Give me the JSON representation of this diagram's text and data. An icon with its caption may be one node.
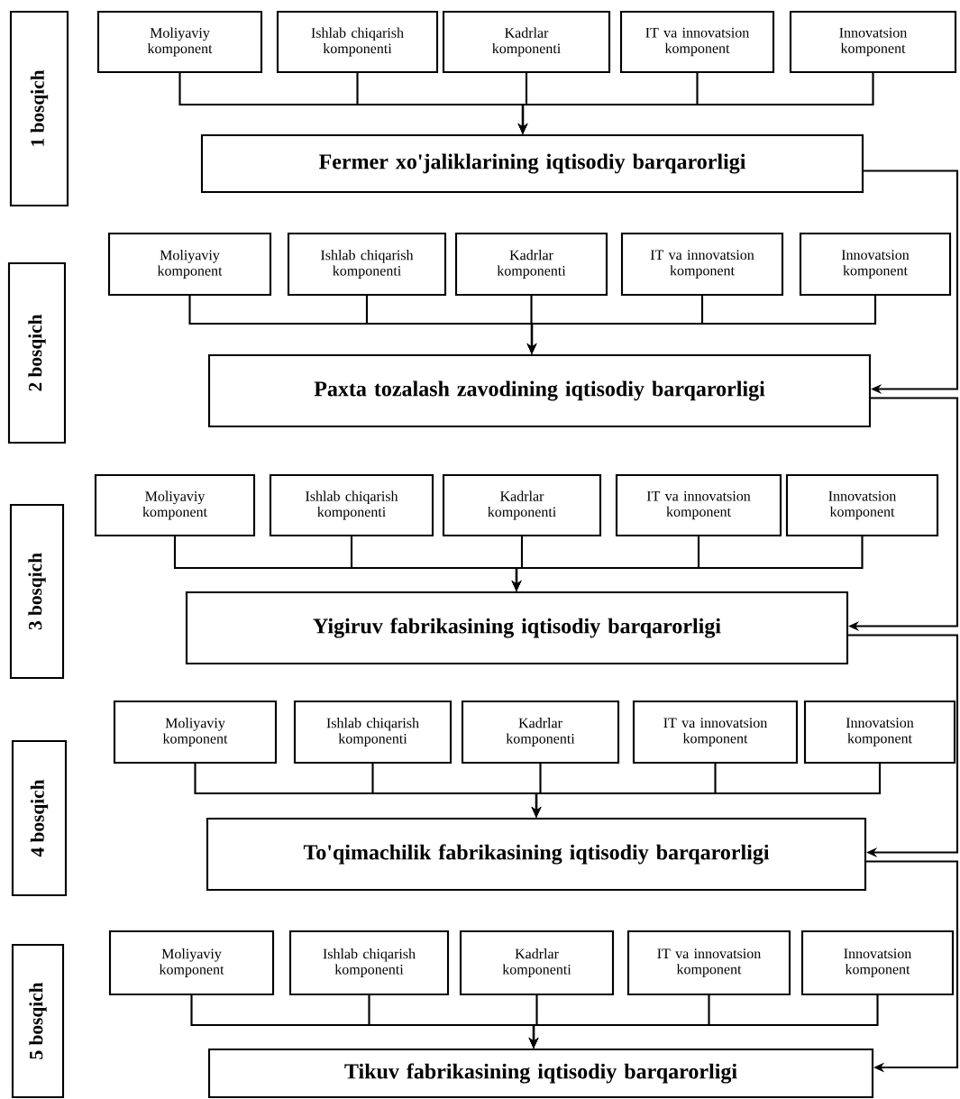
{
  "diagram": {
    "nodes": [
      {
        "text": [
          "1 bosqich"
        ]
      },
      {
        "text": [
          "Moliyaviy komponent"
        ]
      },
      {
        "text": [
          "Ishlab chiqarish komponenti"
        ]
      },
      {
        "text": [
          "Kadrlar komponenti"
        ]
      },
      {
        "text": [
          "IT va innovatsion komponent"
        ]
      },
      {
        "text": [
          "Innovatsion komponent"
        ]
      },
      {
        "text": [
          "Fermer xo'jaliklarining iqtisodiy barqarorligi"
        ]
      },
      {
        "text": [
          "2 bosqich"
        ]
      },
      {
        "text": [
          "Moliyaviy komponent"
        ]
      },
      {
        "text": [
          "Ishlab chiqarish komponenti"
        ]
      },
      {
        "text": [
          "Kadrlar komponenti"
        ]
      },
      {
        "text": [
          "IT va innovatsion komponent"
        ]
      },
      {
        "text": [
          "Innovatsion komponent"
        ]
      },
      {
        "text": [
          "Paxta tozalash zavodining iqtisodiy barqarorligi"
        ]
      },
      {
        "text": [
          "3 bosqich"
        ]
      },
      {
        "text": [
          "Moliyaviy komponent"
        ]
      },
      {
        "text": [
          "Ishlab chiqarish komponenti"
        ]
      },
      {
        "text": [
          "Kadrlar komponenti"
        ]
      },
      {
        "text": [
          "IT va innovatsion komponent"
        ]
      },
      {
        "text": [
          "Innovatsion komponent"
        ]
      },
      {
        "text": [
          "Yigiruv fabrikasining iqtisodiy barqarorligi"
        ]
      },
      {
        "text": [
          "4 bosqich"
        ]
      },
      {
        "text": [
          "Moliyaviy komponent"
        ]
      },
      {
        "text": [
          "Ishlab chiqarish komponenti"
        ]
      },
      {
        "text": [
          "Kadrlar komponenti"
        ]
      },
      {
        "text": [
          "IT va innovatsion komponent"
        ]
      },
      {
        "text": [
          "Innovatsion komponent"
        ]
      },
      {
        "text": [
          "To'qimachilik fabrikasining iqtisodiy barqarorligi"
        ]
      },
      {
        "text": [
          "5 bosqich"
        ]
      },
      {
        "text": [
          "Moliyaviy komponent"
        ]
      },
      {
        "text": [
          "Ishlab chiqarish komponenti"
        ]
      },
      {
        "text": [
          "Kadrlar komponenti"
        ]
      },
      {
        "text": [
          "IT va innovatsion komponent"
        ]
      },
      {
        "text": [
          "Innovatsion komponent"
        ]
      },
      {
        "text": [
          "Tikuv fabrikasining iqtisodiy barqarorligi"
        ]
      }
    ],
    "edges": [
      {
        "from": 1,
        "to": 6,
        "arrow": "to"
      },
      {
        "from": 2,
        "to": 6,
        "arrow": "to"
      },
      {
        "from": 3,
        "to": 6,
        "arrow": "to"
      },
      {
        "from": 4,
        "to": 6,
        "arrow": "to"
      },
      {
        "from": 5,
        "to": 6,
        "arrow": "to"
      },
      {
        "from": 8,
        "to": 13,
        "arrow": "to"
      },
      {
        "from": 9,
        "to": 13,
        "arrow": "to"
      },
      {
        "from": 10,
        "to": 13,
        "arrow": "to"
      },
      {
        "from": 11,
        "to": 13,
        "arrow": "to"
      },
      {
        "from": 12,
        "to": 13,
        "arrow": "to"
      },
      {
        "from": 15,
        "to": 20,
        "arrow": "to"
      },
      {
        "from": 16,
        "to": 20,
        "arrow": "to"
      },
      {
        "from": 17,
        "to": 20,
        "arrow": "to"
      },
      {
        "from": 18,
        "to": 20,
        "arrow": "to"
      },
      {
        "from": 19,
        "to": 20,
        "arrow": "to"
      },
      {
        "from": 22,
        "to": 27,
        "arrow": "to"
      },
      {
        "from": 23,
        "to": 27,
        "arrow": "to"
      },
      {
        "from": 24,
        "to": 27,
        "arrow": "to"
      },
      {
        "from": 25,
        "to": 27,
        "arrow": "to"
      },
      {
        "from": 26,
        "to": 27,
        "arrow": "to"
      },
      {
        "from": 29,
        "to": 34,
        "arrow": "to"
      },
      {
        "from": 30,
        "to": 34,
        "arrow": "to"
      },
      {
        "from": 31,
        "to": 34,
        "arrow": "to"
      },
      {
        "from": 32,
        "to": 34,
        "arrow": "to"
      },
      {
        "from": 33,
        "to": 34,
        "arrow": "to"
      },
      {
        "from": 6,
        "to": 13,
        "arrow": "to"
      },
      {
        "from": 13,
        "to": 20,
        "arrow": "to"
      },
      {
        "from": 20,
        "to": 27,
        "arrow": "to"
      },
      {
        "from": 27,
        "to": 34,
        "arrow": "to"
      }
    ]
  }
}
